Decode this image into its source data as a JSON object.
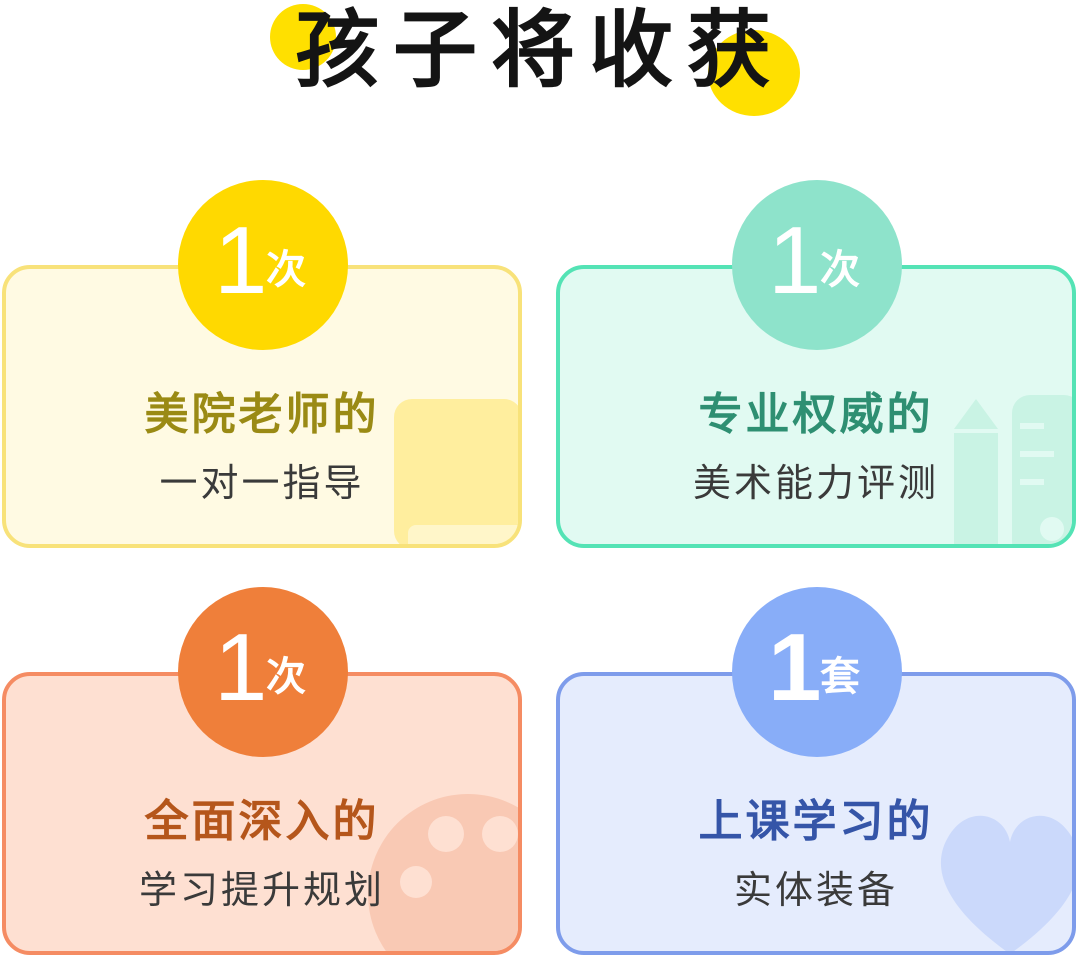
{
  "title": "孩子将收获",
  "colors": {
    "title_dots": "#FFE000",
    "yellow": {
      "badge": "#FFD900",
      "bg": "#FFFAE3",
      "border": "#F8E27A",
      "heading": "#9A8A14",
      "deco": "#FFEE9E"
    },
    "green": {
      "badge": "#8EE3CB",
      "bg": "#E1FAF2",
      "border": "#54E3B5",
      "heading": "#2E8F72",
      "deco": "#C9F3E4"
    },
    "orange": {
      "badge": "#EF7F3A",
      "bg": "#FEE0D2",
      "border": "#F58C63",
      "heading": "#B5561B",
      "deco": "#F9C9B4"
    },
    "blue": {
      "badge": "#88ADF8",
      "bg": "#E5ECFD",
      "border": "#7E9CEB",
      "heading": "#3555A8",
      "deco": "#CBD9FB"
    }
  },
  "cards": [
    {
      "count": "1",
      "unit": "次",
      "heading": "美院老师的",
      "subheading": "一对一指导"
    },
    {
      "count": "1",
      "unit": "次",
      "heading": "专业权威的",
      "subheading": "美术能力评测"
    },
    {
      "count": "1",
      "unit": "次",
      "heading": "全面深入的",
      "subheading": "学习提升规划"
    },
    {
      "count": "1",
      "unit": "套",
      "heading": "上课学习的",
      "subheading": "实体装备"
    }
  ]
}
